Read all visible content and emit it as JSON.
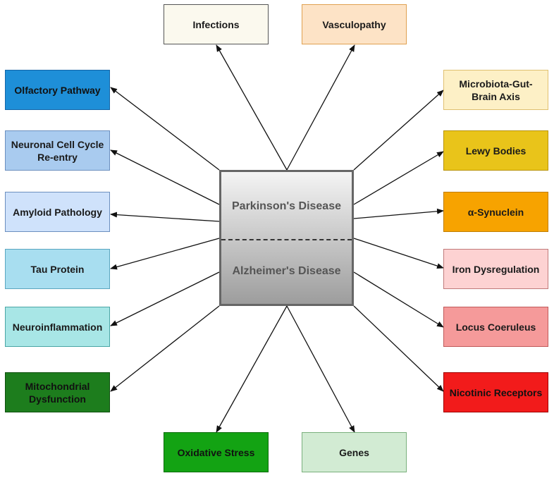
{
  "center": {
    "top_label": "Parkinson's Disease",
    "bottom_label": "Alzheimer's Disease"
  },
  "nodes": {
    "infections": "Infections",
    "vasculopathy": "Vasculopathy",
    "olfactory_pathway": "Olfactory Pathway",
    "neuronal_cell_cycle": "Neuronal Cell Cycle Re-entry",
    "amyloid_pathology": "Amyloid Pathology",
    "tau_protein": "Tau Protein",
    "neuroinflammation": "Neuroinflammation",
    "mitochondrial_dysfunction": "Mitochondrial Dysfunction",
    "oxidative_stress": "Oxidative Stress",
    "genes": "Genes",
    "microbiota_gut_brain": "Microbiota-Gut-Brain Axis",
    "lewy_bodies": "Lewy Bodies",
    "alpha_synuclein": "α-Synuclein",
    "iron_dysregulation": "Iron Dysregulation",
    "locus_coeruleus": "Locus Coeruleus",
    "nicotinic_receptors": "Nicotinic Receptors"
  },
  "colors": {
    "infections": "#fbf9ee",
    "vasculopathy": "#fde3c6",
    "olfactory_pathway": "#1e8fd8",
    "neuronal_cell_cycle": "#a9cbef",
    "amyloid_pathology": "#cfe2fb",
    "tau_protein": "#a8def0",
    "neuroinflammation": "#a8e6e6",
    "mitochondrial_dysfunction": "#1d7d1d",
    "oxidative_stress": "#13a313",
    "genes": "#d2ebd3",
    "microbiota_gut_brain": "#fdf0c6",
    "lewy_bodies": "#e9c41a",
    "alpha_synuclein": "#f7a300",
    "iron_dysregulation": "#fdd2d2",
    "locus_coeruleus": "#f59a9a",
    "nicotinic_receptors": "#f21b1b"
  }
}
